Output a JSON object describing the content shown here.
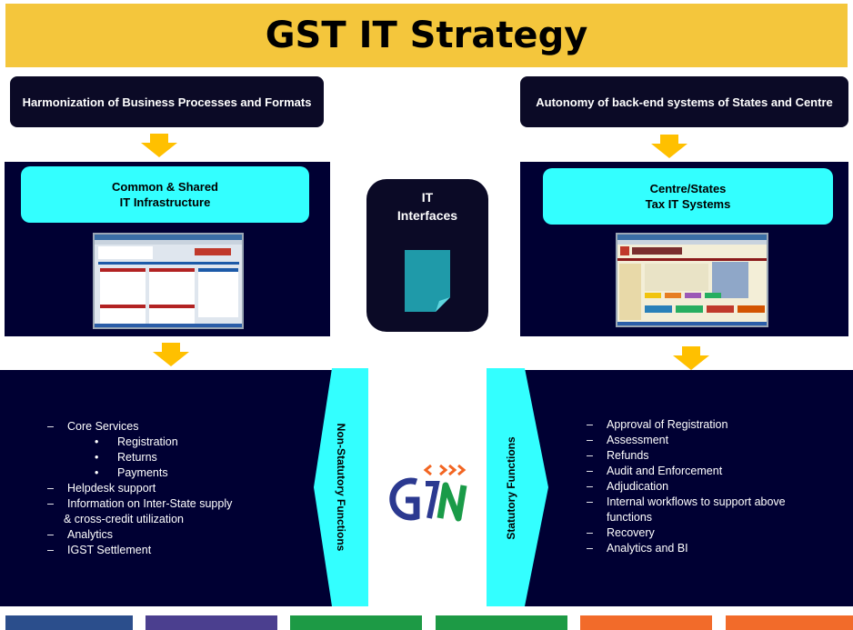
{
  "title": "GST IT Strategy",
  "left_header": "Harmonization of Business Processes and Formats",
  "right_header": "Autonomy of back-end systems of States and Centre",
  "left_infra": {
    "line1": "Common & Shared",
    "line2": "IT Infrastructure"
  },
  "right_infra": {
    "line1": "Centre/States",
    "line2": "Tax IT Systems"
  },
  "it_interfaces": {
    "line1": "IT",
    "line2": "Interfaces"
  },
  "non_statutory_label": "Non-Statutory Functions",
  "statutory_label": "Statutory Functions",
  "non_statutory_items": [
    {
      "prefix": "–",
      "text": "Core Services"
    },
    {
      "prefix": "•",
      "text": "Registration"
    },
    {
      "prefix": "•",
      "text": "Returns"
    },
    {
      "prefix": "•",
      "text": "Payments"
    },
    {
      "prefix": "–",
      "text": "Helpdesk support"
    },
    {
      "prefix": "–",
      "text": "Information on Inter-State supply"
    },
    {
      "prefix": "",
      "text": "& cross-credit utilization"
    },
    {
      "prefix": "–",
      "text": "Analytics"
    },
    {
      "prefix": "–",
      "text": "IGST Settlement"
    }
  ],
  "statutory_items": [
    {
      "prefix": "–",
      "text": "Approval  of Registration"
    },
    {
      "prefix": "–",
      "text": "Assessment"
    },
    {
      "prefix": "–",
      "text": "Refunds"
    },
    {
      "prefix": "–",
      "text": "Audit  and Enforcement"
    },
    {
      "prefix": "–",
      "text": "Adjudication"
    },
    {
      "prefix": "–",
      "text": "Internal workflows  to support  above"
    },
    {
      "prefix": "",
      "text": "functions"
    },
    {
      "prefix": "–",
      "text": "Recovery"
    },
    {
      "prefix": "–",
      "text": "Analytics and BI"
    }
  ],
  "logo": {
    "letters": "GSTN",
    "colors": {
      "blue": "#2b3990",
      "green": "#1a9b48",
      "orange": "#f26522"
    }
  },
  "colors": {
    "title_bg": "#f4c63c",
    "navy": "#000033",
    "cyan": "#33ffff",
    "arrow": "#ffc000"
  },
  "bottom_strip_colors": [
    "#2b4e8c",
    "#4b3f8f",
    "#1d9a45",
    "#1d9a45",
    "#f26b2a",
    "#f26b2a"
  ]
}
